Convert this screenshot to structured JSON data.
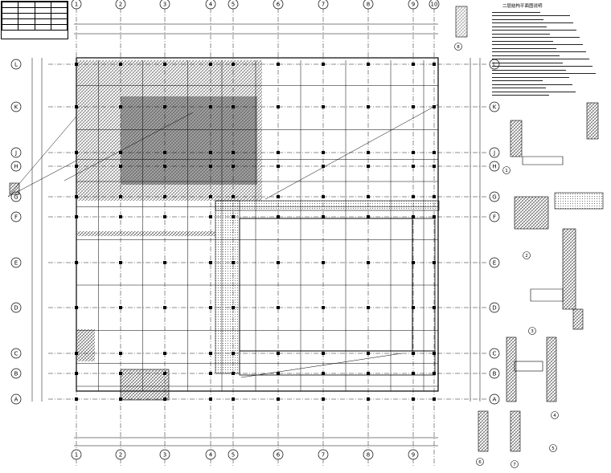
{
  "drawing": {
    "column_axes": [
      "1",
      "2",
      "3",
      "4",
      "5",
      "6",
      "7",
      "8",
      "9",
      "10"
    ],
    "row_axes": [
      "L",
      "K",
      "J",
      "H",
      "G",
      "F",
      "E",
      "D",
      "C",
      "B",
      "A"
    ],
    "bottom_axes": [
      "1",
      "2",
      "3",
      "4",
      "5",
      "6",
      "7",
      "8",
      "9"
    ],
    "note_title": "二层结构平面图说明",
    "detail_marks": [
      "1",
      "2",
      "3",
      "4",
      "5",
      "6",
      "7",
      "8"
    ]
  },
  "colors": {
    "line": "#000000",
    "background": "#ffffff",
    "hatch": "#444444"
  }
}
